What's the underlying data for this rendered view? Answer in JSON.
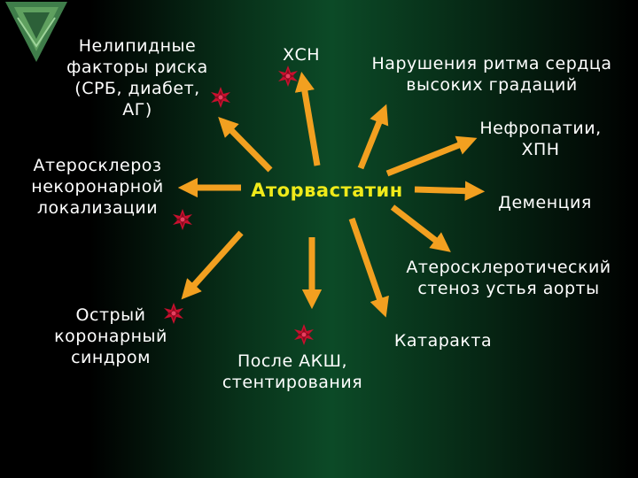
{
  "center": "Аторвастатин",
  "items": [
    {
      "lines": [
        "Нелипидные",
        "факторы риска",
        "(СРБ, диабет,",
        "АГ)"
      ]
    },
    {
      "lines": [
        "ХСН"
      ]
    },
    {
      "lines": [
        "Нарушения ритма сердца",
        "высоких градаций"
      ]
    },
    {
      "lines": [
        "Нефропатии,",
        "ХПН"
      ]
    },
    {
      "lines": [
        "Атеросклероз",
        "некоронарной",
        "локализации"
      ]
    },
    {
      "lines": [
        "Деменция"
      ]
    },
    {
      "lines": [
        "Атеросклеротический",
        "стеноз устья аорты"
      ]
    },
    {
      "lines": [
        "Острый",
        "коронарный",
        "синдром"
      ]
    },
    {
      "lines": [
        "Катаракта"
      ]
    },
    {
      "lines": [
        "После АКШ,",
        "стентирования"
      ]
    }
  ],
  "colors": {
    "arrow": "#f2a020",
    "center_text": "#f0ea1a",
    "star": "#c8102e",
    "text": "#ffffff"
  }
}
